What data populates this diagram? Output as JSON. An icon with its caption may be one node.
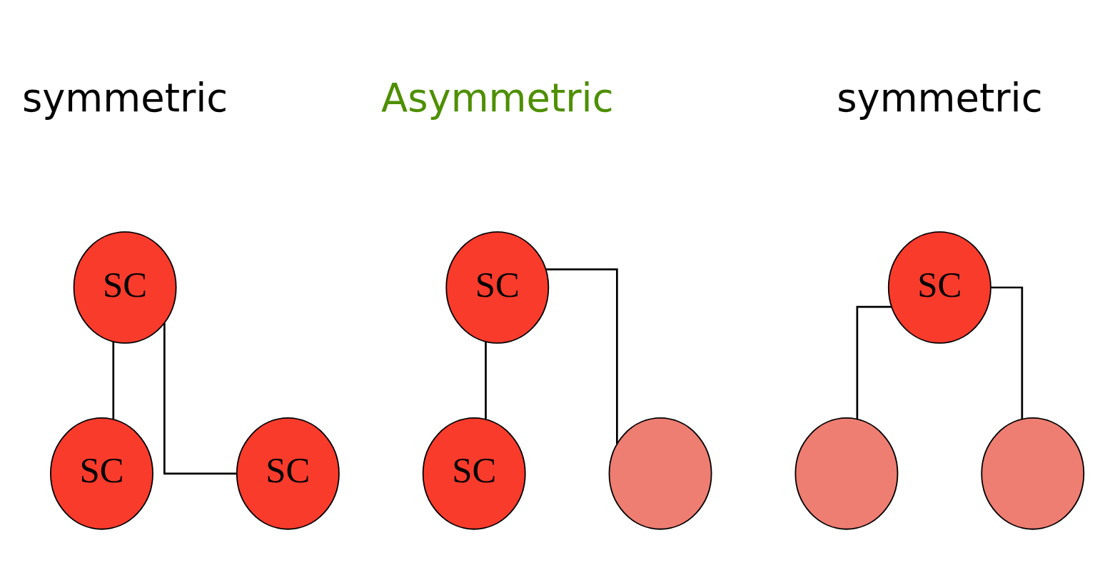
{
  "diagram": {
    "nodes": [
      {
        "text": [
          "SC"
        ]
      },
      {
        "text": [
          "SC"
        ]
      },
      {
        "text": [
          "SC"
        ]
      },
      {
        "text": [
          "SC"
        ]
      },
      {
        "text": [
          "SC"
        ]
      },
      {
        "text": [],
        "shape": "circle"
      },
      {
        "text": [
          "SC"
        ]
      },
      {
        "text": [],
        "shape": "circle"
      },
      {
        "text": [],
        "shape": "circle"
      }
    ],
    "edges": [
      {
        "from": 0,
        "to": 1,
        "arrow": "none"
      },
      {
        "from": 0,
        "to": 2,
        "arrow": "none"
      },
      {
        "from": 3,
        "to": 4,
        "arrow": "none"
      },
      {
        "from": 3,
        "to": 5,
        "arrow": "none"
      },
      {
        "from": 6,
        "to": 7,
        "arrow": "none"
      },
      {
        "from": 6,
        "to": 8,
        "arrow": "none"
      }
    ],
    "labels": [
      "symmetric",
      "Asymmetric",
      "symmetric"
    ]
  }
}
